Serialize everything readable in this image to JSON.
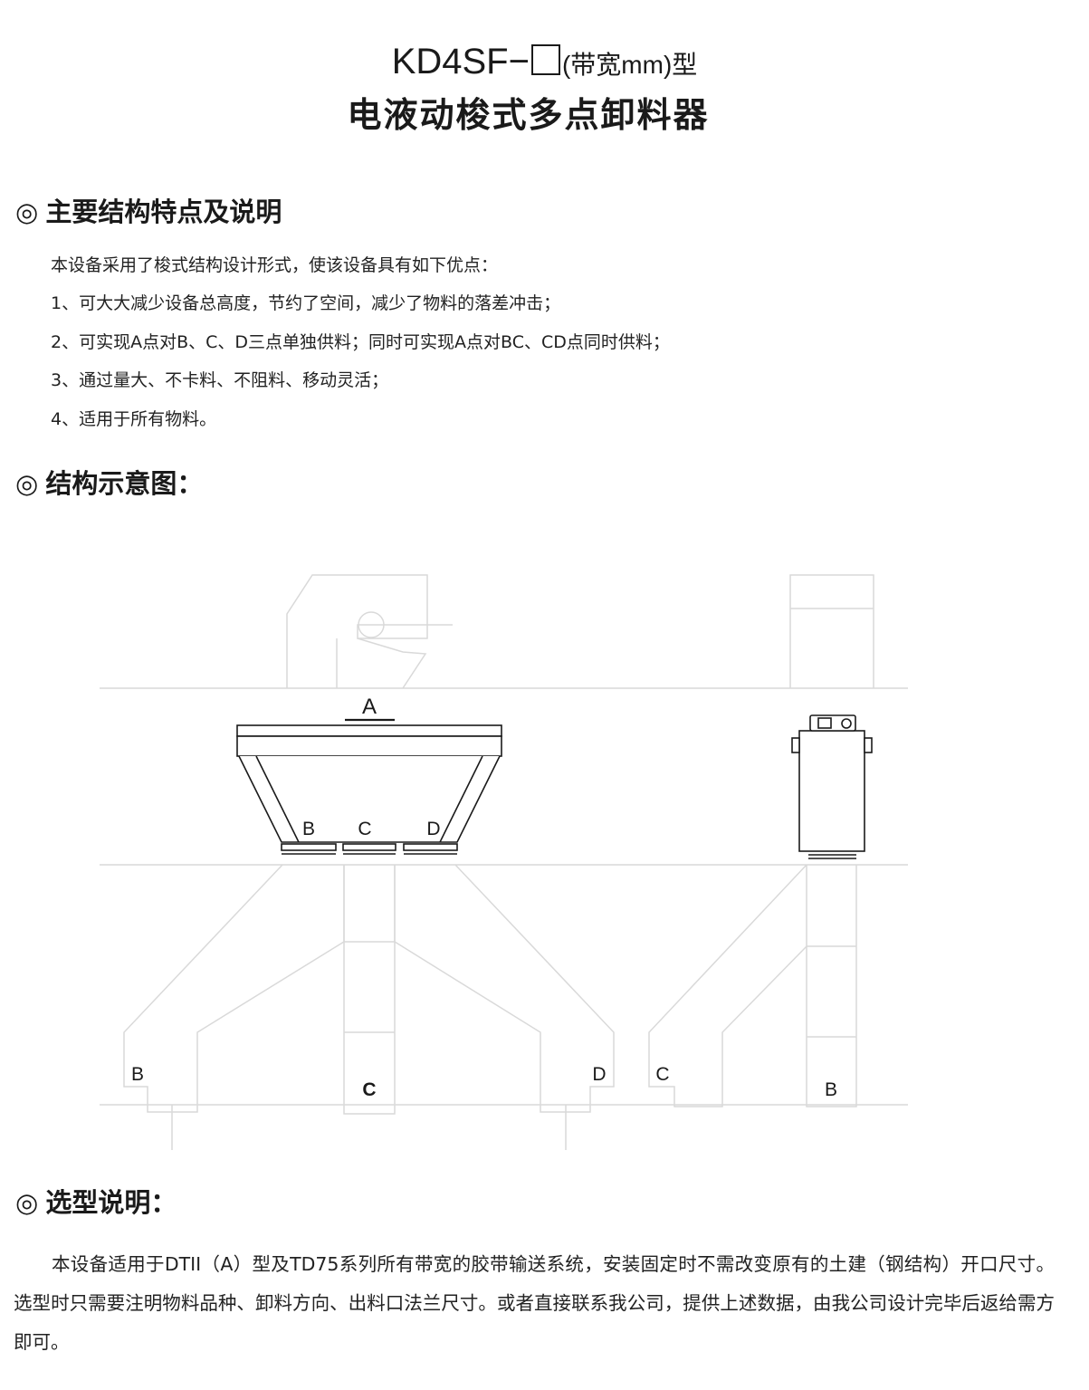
{
  "header": {
    "model_prefix": "KD4SF−",
    "model_suffix": "(带宽mm)型",
    "product_name": "电液动梭式多点卸料器"
  },
  "features": {
    "mark": "◎",
    "heading": "主要结构特点及说明",
    "intro": "本设备采用了梭式结构设计形式，使该设备具有如下优点：",
    "items": [
      "1、可大大减少设备总高度，节约了空间，减少了物料的落差冲击；",
      "2、可实现A点对B、C、D三点单独供料；同时可实现A点对BC、CD点同时供料；",
      "3、通过量大、不卡料、不阻料、移动灵活；",
      "4、适用于所有物料。"
    ]
  },
  "structure": {
    "mark": "◎",
    "heading": "结构示意图："
  },
  "diagram": {
    "labels": {
      "inlet": "A",
      "outlet_b": "B",
      "outlet_c": "C",
      "outlet_d": "D",
      "chute_b": "B",
      "chute_c": "C",
      "chute_d": "D",
      "side_c": "C",
      "side_b": "B"
    }
  },
  "selection": {
    "mark": "◎",
    "heading": "选型说明：",
    "text": "本设备适用于DTII（A）型及TD75系列所有带宽的胶带输送系统，安装固定时不需改变原有的土建（钢结构）开口尺寸。选型时只需要注明物料品种、卸料方向、出料口法兰尺寸。或者直接联系我公司，提供上述数据，由我公司设计完毕后返给需方即可。"
  }
}
